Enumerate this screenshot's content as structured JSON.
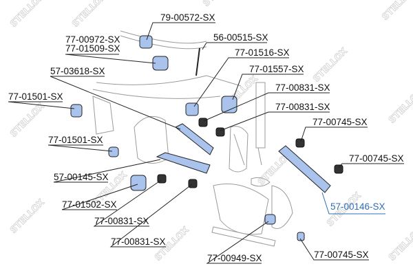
{
  "brand_watermark": "STELLOX",
  "colors": {
    "part_fill": "#a9c3ec",
    "highlight_label": "#2f6db3",
    "label": "#111111"
  },
  "labels": [
    {
      "text": "79-00572-SX"
    },
    {
      "text": "77-00972-SX"
    },
    {
      "text": "77-01509-SX"
    },
    {
      "text": "56-00515-SX"
    },
    {
      "text": "77-01516-SX"
    },
    {
      "text": "57-03618-SX"
    },
    {
      "text": "77-01557-SX"
    },
    {
      "text": "77-01501-SX"
    },
    {
      "text": "77-00831-SX"
    },
    {
      "text": "77-00831-SX"
    },
    {
      "text": "77-00745-SX"
    },
    {
      "text": "77-01501-SX"
    },
    {
      "text": "77-00745-SX"
    },
    {
      "text": "57-00145-SX"
    },
    {
      "text": "57-00146-SX",
      "highlighted": true
    },
    {
      "text": "77-01502-SX"
    },
    {
      "text": "77-00831-SX"
    },
    {
      "text": "77-00831-SX"
    },
    {
      "text": "77-00949-SX"
    },
    {
      "text": "77-00745-SX"
    }
  ]
}
